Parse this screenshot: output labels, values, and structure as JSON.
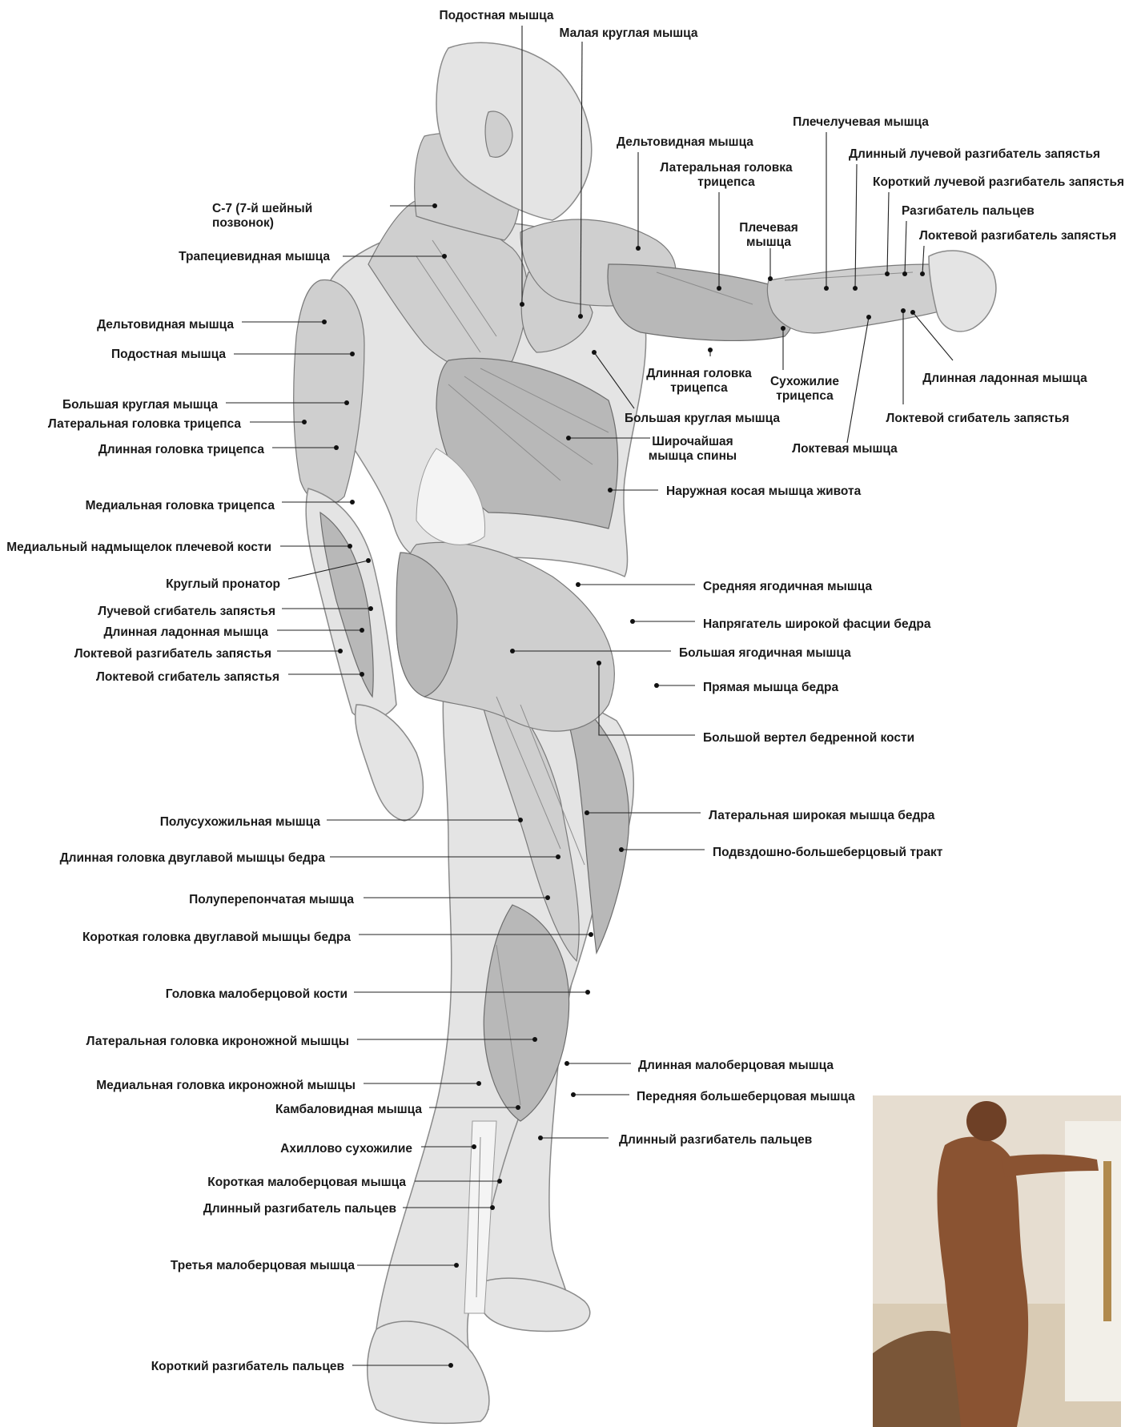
{
  "labels": [
    {
      "id": "infraspinatus-top",
      "text": [
        "Подостная мышца"
      ]
    },
    {
      "id": "teres-minor",
      "text": [
        "Малая круглая мышца"
      ]
    },
    {
      "id": "brachioradialis",
      "text": [
        "Плечелучевая мышца"
      ]
    },
    {
      "id": "ecr-longus",
      "text": [
        "Длинный лучевой разгибатель запястья"
      ]
    },
    {
      "id": "deltoid-right",
      "text": [
        "Дельтовидная мышца"
      ]
    },
    {
      "id": "ecr-brevis",
      "text": [
        "Короткий лучевой разгибатель запястья"
      ]
    },
    {
      "id": "triceps-lateral-right",
      "text": [
        "Латеральная головка",
        "трицепса"
      ]
    },
    {
      "id": "ext-digitorum-right",
      "text": [
        "Разгибатель пальцев"
      ]
    },
    {
      "id": "c7",
      "text": [
        "C-7 (7-й шейный",
        "позвонок)"
      ]
    },
    {
      "id": "brachialis",
      "text": [
        "Плечевая",
        "мышца"
      ]
    },
    {
      "id": "ecu-right",
      "text": [
        "Локтевой разгибатель запястья"
      ]
    },
    {
      "id": "trapezius",
      "text": [
        "Трапециевидная мышца"
      ]
    },
    {
      "id": "deltoid-left",
      "text": [
        "Дельтовидная мышца"
      ]
    },
    {
      "id": "infraspinatus-left",
      "text": [
        "Подостная мышца"
      ]
    },
    {
      "id": "triceps-long-right",
      "text": [
        "Длинная головка",
        "трицепса"
      ]
    },
    {
      "id": "triceps-tendon",
      "text": [
        "Сухожилие",
        "трицепса"
      ]
    },
    {
      "id": "palmaris-right",
      "text": [
        "Длинная ладонная мышца"
      ]
    },
    {
      "id": "teres-major-left",
      "text": [
        "Большая круглая мышца"
      ]
    },
    {
      "id": "triceps-lateral-left",
      "text": [
        "Латеральная головка трицепса"
      ]
    },
    {
      "id": "teres-major-right",
      "text": [
        "Большая круглая мышца"
      ]
    },
    {
      "id": "fcu-right",
      "text": [
        "Локтевой сгибатель запястья"
      ]
    },
    {
      "id": "triceps-long-left",
      "text": [
        "Длинная головка трицепса"
      ]
    },
    {
      "id": "latissimus",
      "text": [
        "Широчайшая",
        "мышца спины"
      ]
    },
    {
      "id": "anconeus",
      "text": [
        "Локтевая мышца"
      ]
    },
    {
      "id": "ext-oblique",
      "text": [
        "Наружная косая мышца живота"
      ]
    },
    {
      "id": "triceps-medial",
      "text": [
        "Медиальная головка трицепса"
      ]
    },
    {
      "id": "medial-epicondyle",
      "text": [
        "Медиальный надмыщелок плечевой кости"
      ]
    },
    {
      "id": "pronator-teres",
      "text": [
        "Круглый пронатор"
      ]
    },
    {
      "id": "gluteus-medius",
      "text": [
        "Средняя ягодичная мышца"
      ]
    },
    {
      "id": "fcr",
      "text": [
        "Лучевой сгибатель запястья"
      ]
    },
    {
      "id": "tfl",
      "text": [
        "Напрягатель широкой фасции бедра"
      ]
    },
    {
      "id": "palmaris-left",
      "text": [
        "Длинная ладонная мышца"
      ]
    },
    {
      "id": "gluteus-maximus",
      "text": [
        "Большая ягодичная мышца"
      ]
    },
    {
      "id": "ecu-left",
      "text": [
        "Локтевой разгибатель запястья"
      ]
    },
    {
      "id": "fcu-left",
      "text": [
        "Локтевой сгибатель запястья"
      ]
    },
    {
      "id": "rectus-femoris",
      "text": [
        "Прямая мышца бедра"
      ]
    },
    {
      "id": "greater-trochanter",
      "text": [
        "Большой вертел бедренной кости"
      ]
    },
    {
      "id": "vastus-lateralis",
      "text": [
        "Латеральная широкая мышца бедра"
      ]
    },
    {
      "id": "semitendinosus",
      "text": [
        "Полусухожильная мышца"
      ]
    },
    {
      "id": "it-tract",
      "text": [
        "Подвздошно-большеберцовый тракт"
      ]
    },
    {
      "id": "biceps-femoris-long",
      "text": [
        "Длинная головка двуглавой мышцы бедра"
      ]
    },
    {
      "id": "semimembranosus",
      "text": [
        "Полуперепончатая мышца"
      ]
    },
    {
      "id": "biceps-femoris-short",
      "text": [
        "Короткая головка двуглавой мышцы бедра"
      ]
    },
    {
      "id": "fibula-head",
      "text": [
        "Головка малоберцовой кости"
      ]
    },
    {
      "id": "gastrocnemius-lateral",
      "text": [
        "Латеральная головка икроножной мышцы"
      ]
    },
    {
      "id": "peroneus-longus",
      "text": [
        "Длинная малоберцовая мышца"
      ]
    },
    {
      "id": "gastrocnemius-medial",
      "text": [
        "Медиальная головка икроножной мышцы"
      ]
    },
    {
      "id": "tibialis-anterior",
      "text": [
        "Передняя большеберцовая мышца"
      ]
    },
    {
      "id": "soleus",
      "text": [
        "Камбаловидная мышца"
      ]
    },
    {
      "id": "edl-right",
      "text": [
        "Длинный разгибатель пальцев"
      ]
    },
    {
      "id": "achilles",
      "text": [
        "Ахиллово сухожилие"
      ]
    },
    {
      "id": "peroneus-brevis",
      "text": [
        "Короткая малоберцовая мышца"
      ]
    },
    {
      "id": "edl-left",
      "text": [
        "Длинный разгибатель пальцев"
      ]
    },
    {
      "id": "peroneus-tertius",
      "text": [
        "Третья малоберцовая мышца"
      ]
    },
    {
      "id": "edb",
      "text": [
        "Короткий разгибатель пальцев"
      ]
    }
  ]
}
